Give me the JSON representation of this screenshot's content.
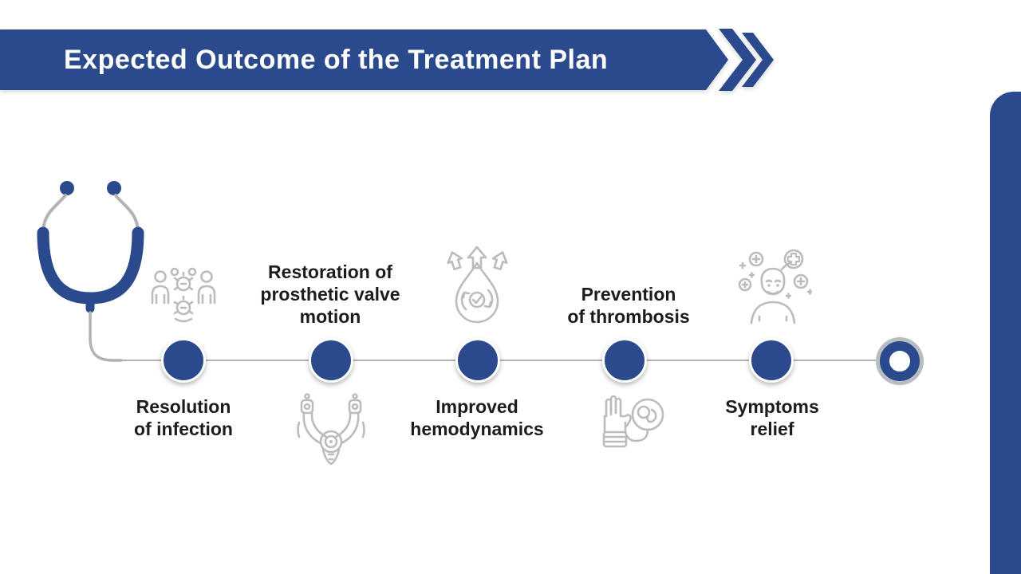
{
  "slide": {
    "title": "Expected Outcome of the Treatment Plan"
  },
  "colors": {
    "primary_blue": "#2b4a8d",
    "icon_gray": "#bcbcbc",
    "line_gray": "#b1b1b1",
    "ring_silver": "#b9bcc2",
    "text_dark": "#1c1c1c",
    "background": "#ffffff",
    "title_text": "#ffffff"
  },
  "timeline": {
    "start_icon": "stethoscope-icon",
    "end_marker": "target-ring-icon",
    "milestones": [
      {
        "label": "Resolution of infection",
        "lines": [
          "Resolution",
          "of infection"
        ],
        "label_position": "below",
        "icon": "infection-patients-icon",
        "icon_position": "above"
      },
      {
        "label": "Restoration of prosthetic valve motion",
        "lines": [
          "Restoration of",
          "prosthetic valve",
          "motion"
        ],
        "label_position": "above",
        "icon": "prosthetic-valve-icon",
        "icon_position": "below"
      },
      {
        "label": "Improved hemodynamics",
        "lines": [
          "Improved",
          "hemodynamics"
        ],
        "label_position": "below",
        "icon": "hemodynamics-droplet-icon",
        "icon_position": "above"
      },
      {
        "label": "Prevention of thrombosis",
        "lines": [
          "Prevention",
          "of thrombosis"
        ],
        "label_position": "above",
        "icon": "stop-thrombosis-icon",
        "icon_position": "below"
      },
      {
        "label": "Symptoms relief",
        "lines": [
          "Symptoms",
          "relief"
        ],
        "label_position": "below",
        "icon": "patient-wellbeing-icon",
        "icon_position": "above"
      }
    ]
  }
}
